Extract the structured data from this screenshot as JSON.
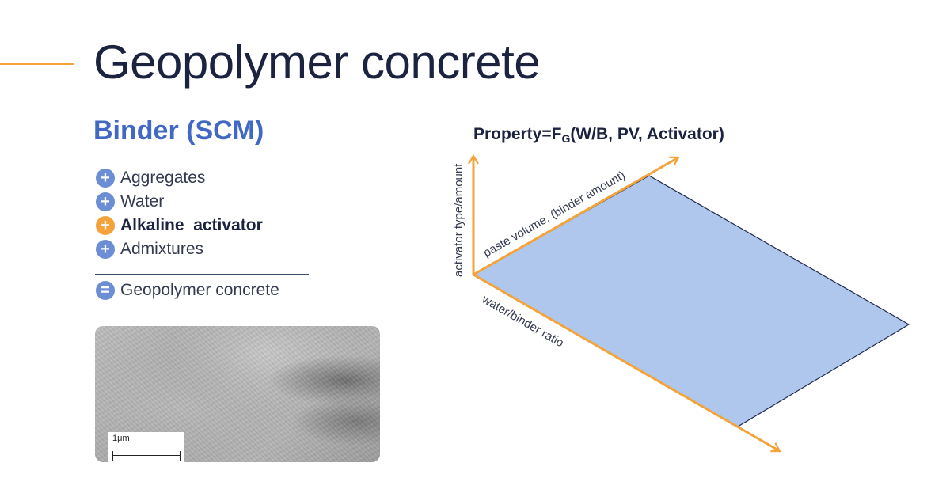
{
  "slide": {
    "title": "Geopolymer concrete",
    "subtitle": "Binder (SCM)",
    "ingredients": [
      {
        "label": "Aggregates",
        "operator": "+",
        "color": "#6b8ed4",
        "bold": false
      },
      {
        "label": "Water",
        "operator": "+",
        "color": "#6b8ed4",
        "bold": false
      },
      {
        "label": "Alkaline  activator",
        "operator": "+",
        "color": "#f3a33a",
        "bold": true
      },
      {
        "label": "Admixtures",
        "operator": "+",
        "color": "#6b8ed4",
        "bold": false
      }
    ],
    "result": {
      "label": "Geopolymer concrete",
      "operator": "=",
      "color": "#6b8ed4"
    },
    "micrograph": {
      "scale_label": "1μm"
    }
  },
  "diagram": {
    "formula": {
      "prefix": "Property=F",
      "subscript": "G",
      "suffix": "(W/B, PV, Activator)"
    },
    "axes": {
      "vertical": "activator type/amount",
      "diagonal": "paste volume, (binder amount)",
      "horizontal": "water/binder ratio"
    },
    "colors": {
      "axis": "#f3a33a",
      "plane": "#afc7ec",
      "plane_edge": "#1f2a4a"
    }
  }
}
